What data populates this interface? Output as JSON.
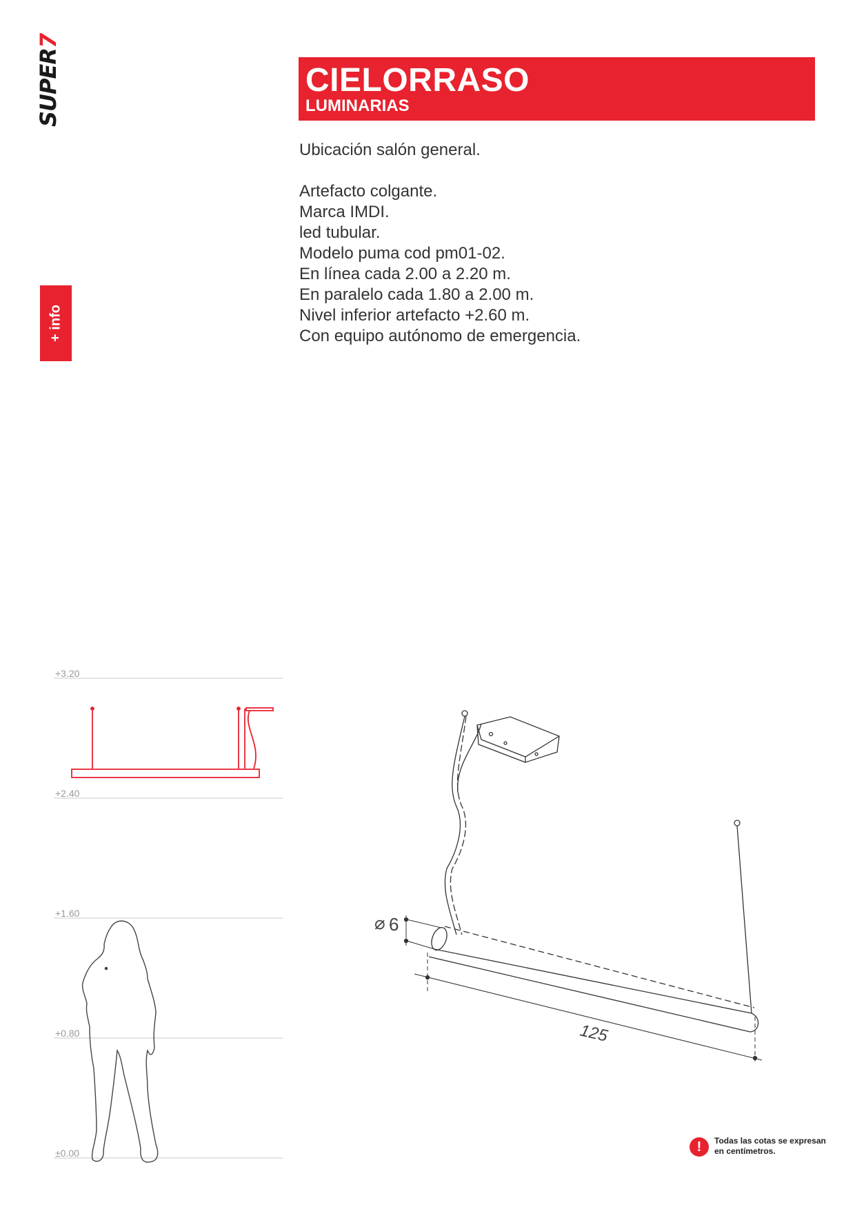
{
  "logo": {
    "text_main": "SUPER",
    "text_accent": "7"
  },
  "side_tab": {
    "label": "+ info"
  },
  "header": {
    "title": "CIELORRASO",
    "subtitle": "LUMINARIAS"
  },
  "description": {
    "location": "Ubicación salón general.",
    "lines": [
      "Artefacto colgante.",
      "Marca IMDI.",
      "led tubular.",
      "Modelo puma cod pm01-02.",
      "En línea cada 2.00 a 2.20 m.",
      "En paralelo cada 1.80 a 2.00 m.",
      "Nivel inferior artefacto +2.60 m.",
      "Con equipo autónomo de emergencia."
    ]
  },
  "elevation": {
    "levels": [
      "+3.20",
      "+2.40",
      "+1.60",
      "+0.80",
      "±0.00"
    ]
  },
  "dimensions": {
    "diameter_symbol": "⌀",
    "diameter": "6",
    "length": "125"
  },
  "note": {
    "icon": "warning-icon",
    "text": "Todas las cotas se expresan en centímetros."
  },
  "colors": {
    "accent": "#e8222e",
    "line": "#555555"
  }
}
